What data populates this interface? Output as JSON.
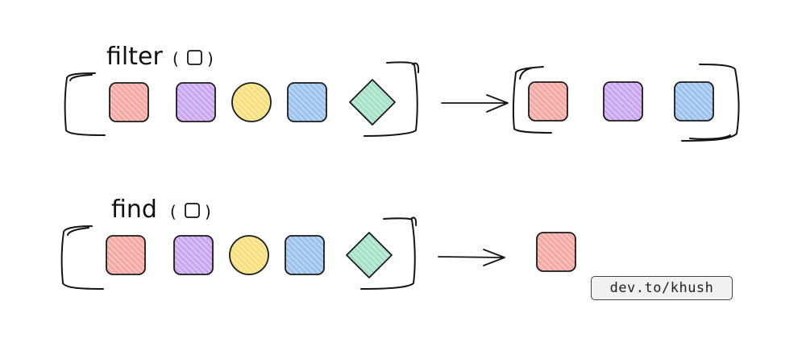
{
  "rows": [
    {
      "method": "filter",
      "open_paren": "(",
      "close_paren": ")",
      "input_items": [
        {
          "shape": "square",
          "color": "#f4a9a3",
          "color_name": "red"
        },
        {
          "shape": "square",
          "color": "#c9a6ef",
          "color_name": "purple"
        },
        {
          "shape": "circle",
          "color": "#f8e07e",
          "color_name": "yellow"
        },
        {
          "shape": "square",
          "color": "#9cc2ee",
          "color_name": "blue"
        },
        {
          "shape": "diamond",
          "color": "#a5e2c5",
          "color_name": "green"
        }
      ],
      "output_items": [
        {
          "shape": "square",
          "color": "#f4a9a3",
          "color_name": "red"
        },
        {
          "shape": "square",
          "color": "#c9a6ef",
          "color_name": "purple"
        },
        {
          "shape": "square",
          "color": "#9cc2ee",
          "color_name": "blue"
        }
      ],
      "output_is_array": true
    },
    {
      "method": "find",
      "open_paren": "(",
      "close_paren": ")",
      "input_items": [
        {
          "shape": "square",
          "color": "#f4a9a3",
          "color_name": "red"
        },
        {
          "shape": "square",
          "color": "#c9a6ef",
          "color_name": "purple"
        },
        {
          "shape": "circle",
          "color": "#f8e07e",
          "color_name": "yellow"
        },
        {
          "shape": "square",
          "color": "#9cc2ee",
          "color_name": "blue"
        },
        {
          "shape": "diamond",
          "color": "#a5e2c5",
          "color_name": "green"
        }
      ],
      "output_items": [
        {
          "shape": "square",
          "color": "#f4a9a3",
          "color_name": "red"
        }
      ],
      "output_is_array": false
    }
  ],
  "icons": {
    "predicate": "square-outline-icon",
    "arrow": "right-arrow-icon",
    "bracket": "array-bracket-icon"
  },
  "watermark": "dev.to/khush"
}
